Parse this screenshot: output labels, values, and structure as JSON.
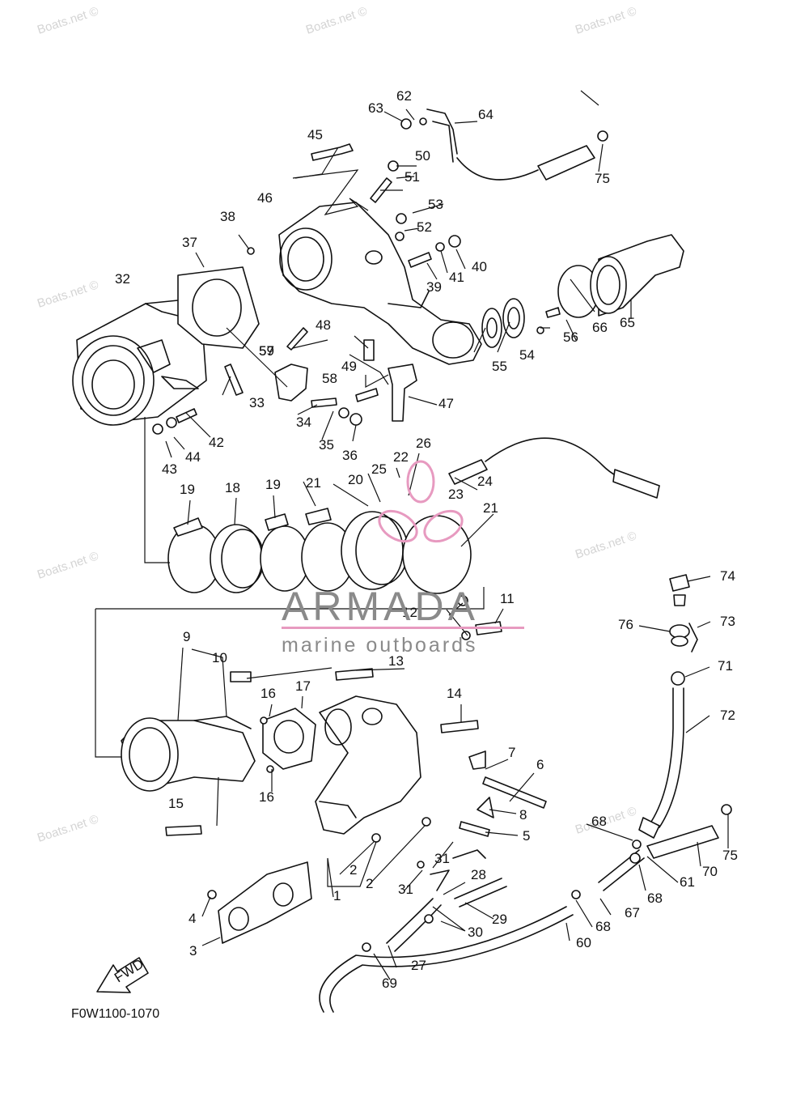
{
  "watermark": "Boats.net ©",
  "logo": {
    "brand": "ARMADA",
    "tagline": "marine outboards",
    "accent": "#e79ac0",
    "gray": "#8a8a8a"
  },
  "drawing_code": "F0W1100-1070",
  "fwd_label": "FWD",
  "callouts": [
    "1",
    "2",
    "2",
    "3",
    "4",
    "5",
    "6",
    "7",
    "8",
    "9",
    "10",
    "11",
    "12",
    "13",
    "14",
    "15",
    "16",
    "16",
    "17",
    "18",
    "19",
    "19",
    "20",
    "21",
    "21",
    "22",
    "23",
    "24",
    "25",
    "26",
    "27",
    "28",
    "29",
    "30",
    "31",
    "31",
    "32",
    "33",
    "34",
    "35",
    "36",
    "37",
    "38",
    "39",
    "40",
    "41",
    "42",
    "43",
    "44",
    "45",
    "46",
    "47",
    "48",
    "49",
    "50",
    "51",
    "52",
    "53",
    "54",
    "55",
    "56",
    "57",
    "58",
    "59",
    "60",
    "61",
    "62",
    "63",
    "64",
    "65",
    "66",
    "67",
    "68",
    "68",
    "68",
    "69",
    "70",
    "71",
    "72",
    "73",
    "74",
    "75",
    "75",
    "76"
  ]
}
